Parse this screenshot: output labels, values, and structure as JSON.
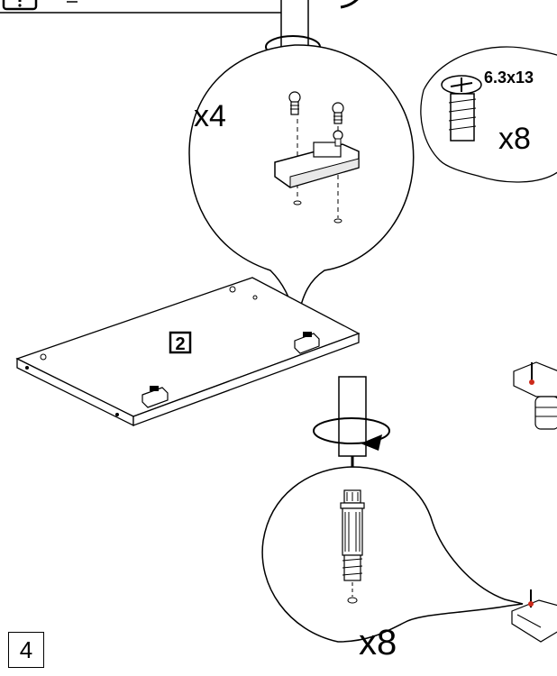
{
  "step_number": "4",
  "panel_number": "2",
  "top_callout": {
    "quantity": "x4"
  },
  "screw_callout": {
    "size": "6.3x13",
    "quantity": "x8"
  },
  "bottom_callout": {
    "quantity": "x8"
  },
  "colors": {
    "line": "#000000",
    "accent_red": "#cc2a1a",
    "bg": "#ffffff"
  }
}
